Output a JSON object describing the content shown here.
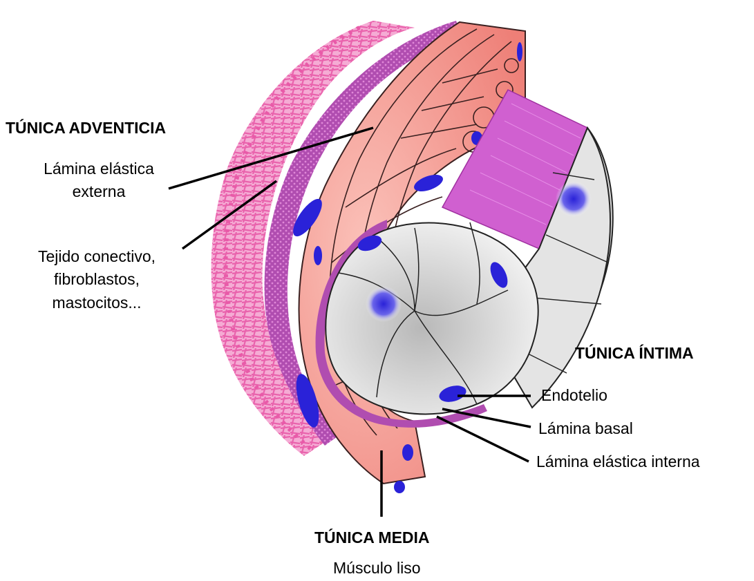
{
  "labels": {
    "adventicia": {
      "title": "TÚNICA ADVENTICIA",
      "lamina_externa": [
        "Lámina elástica",
        "externa"
      ],
      "tejido": [
        "Tejido conectivo,",
        "fibroblastos,",
        "mastocitos..."
      ]
    },
    "intima": {
      "title": "TÚNICA ÍNTIMA",
      "endotelio": "Endotelio",
      "lamina_basal": "Lámina basal",
      "lamina_interna": "Lámina elástica interna"
    },
    "media": {
      "title": "TÚNICA MEDIA",
      "musculo": "Músculo liso"
    }
  },
  "colors": {
    "adventitia": "#e85aa8",
    "media": "#f08a84",
    "media_dark": "#e35d55",
    "elastic": "#b04db0",
    "nucleus": "#2a22d8",
    "intima": "#dcdcdc",
    "outline": "#3a2020"
  }
}
